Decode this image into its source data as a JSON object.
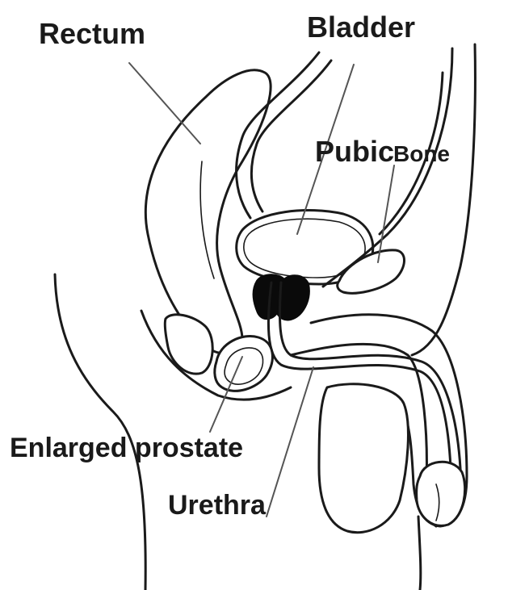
{
  "labels": {
    "rectum": "Rectum",
    "bladder": "Bladder",
    "pubic": "Pubic",
    "bone": "Bone",
    "enlarged_prostate": "Enlarged prostate",
    "urethra": "Urethra"
  },
  "colors": {
    "outline": "#1a1a1a",
    "prostate_fill": "#0a0a0a",
    "leader_line": "#555555",
    "background": "#ffffff"
  }
}
